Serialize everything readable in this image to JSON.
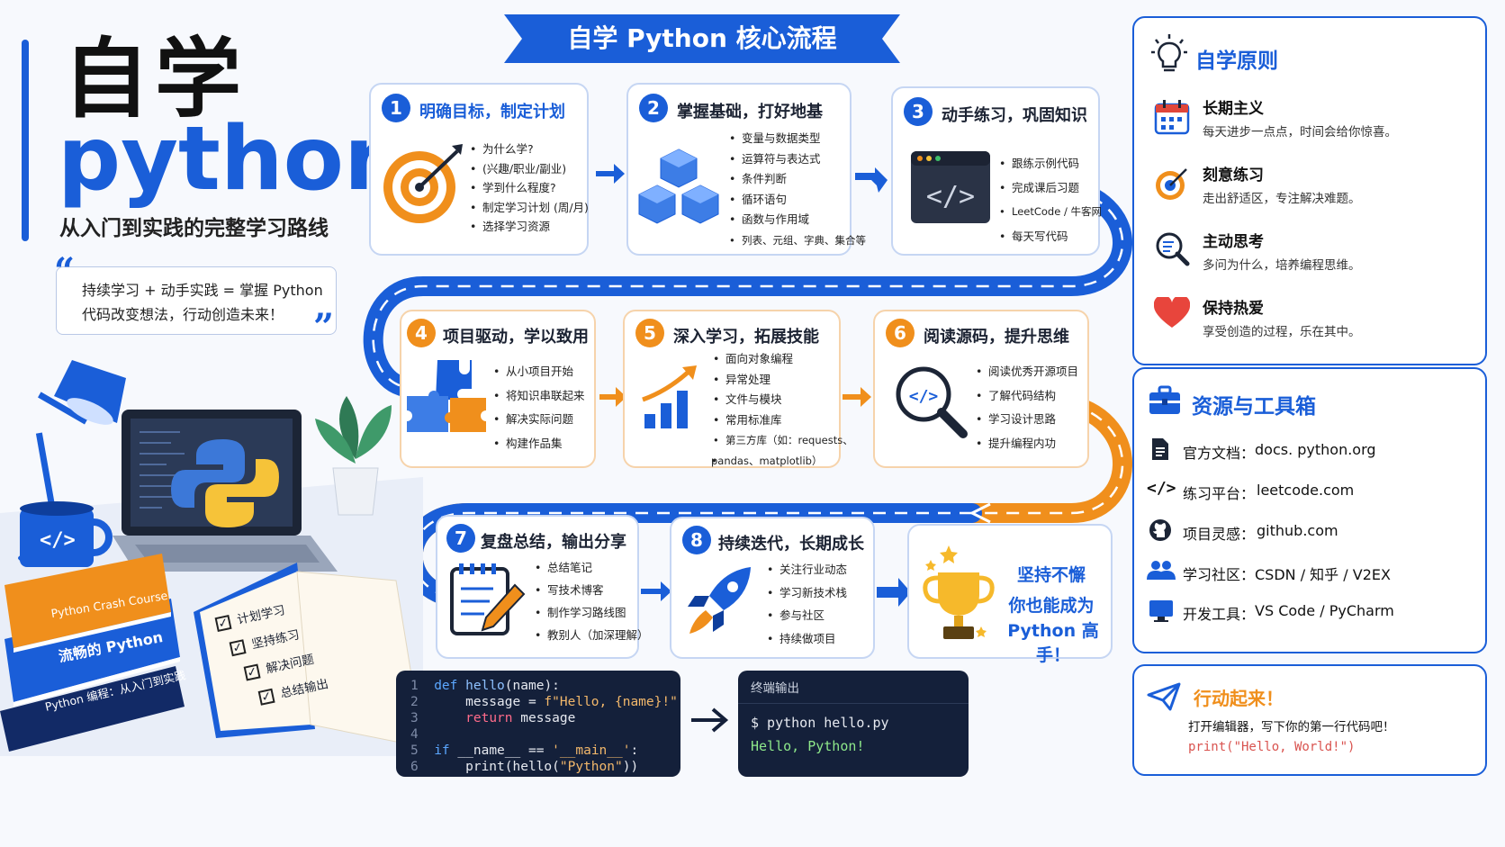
{
  "header": {
    "title_zh": "自学",
    "title_en": "python",
    "subtitle": "从入门到实践的完整学习路线",
    "quote_line1": "持续学习 + 动手实践 = 掌握 Python",
    "quote_line2": "代码改变想法，行动创造未来！"
  },
  "banner": {
    "title": "自学 Python 核心流程"
  },
  "steps": [
    {
      "num": "1",
      "title": "明确目标，制定计划",
      "items": [
        "为什么学?",
        "(兴趣/职业/副业)",
        "学到什么程度?",
        "制定学习计划 (周/月)",
        "选择学习资源"
      ]
    },
    {
      "num": "2",
      "title": "掌握基础，打好地基",
      "items": [
        "变量与数据类型",
        "运算符与表达式",
        "条件判断",
        "循环语句",
        "函数与作用域",
        "列表、元组、字典、集合等"
      ]
    },
    {
      "num": "3",
      "title": "动手练习，巩固知识",
      "items": [
        "跟练示例代码",
        "完成课后习题",
        "LeetCode / 牛客网",
        "每天写代码"
      ]
    },
    {
      "num": "4",
      "title": "项目驱动，学以致用",
      "items": [
        "从小项目开始",
        "将知识串联起来",
        "解决实际问题",
        "构建作品集"
      ]
    },
    {
      "num": "5",
      "title": "深入学习，拓展技能",
      "items": [
        "面向对象编程",
        "异常处理",
        "文件与模块",
        "常用标准库",
        "第三方库（如：requests、",
        "pandas、matplotlib）"
      ]
    },
    {
      "num": "6",
      "title": "阅读源码，提升思维",
      "items": [
        "阅读优秀开源项目",
        "了解代码结构",
        "学习设计思路",
        "提升编程内功"
      ]
    },
    {
      "num": "7",
      "title": "复盘总结，输出分享",
      "items": [
        "总结笔记",
        "写技术博客",
        "制作学习路线图",
        "教别人（加深理解）"
      ]
    },
    {
      "num": "8",
      "title": "持续迭代，长期成长",
      "items": [
        "关注行业动态",
        "学习新技术栈",
        "参与社区",
        "持续做项目"
      ]
    }
  ],
  "goal": {
    "line1": "坚持不懈",
    "line2": "你也能成为",
    "line3": "Python 高手！"
  },
  "principles": {
    "title": "自学原则",
    "items": [
      {
        "title": "长期主义",
        "desc": "每天进步一点点，时间会给你惊喜。",
        "icon": "calendar-icon"
      },
      {
        "title": "刻意练习",
        "desc": "走出舒适区，专注解决难题。",
        "icon": "target-icon"
      },
      {
        "title": "主动思考",
        "desc": "多问为什么，培养编程思维。",
        "icon": "magnifier-icon"
      },
      {
        "title": "保持热爱",
        "desc": "享受创造的过程，乐在其中。",
        "icon": "heart-icon"
      }
    ]
  },
  "resources": {
    "title": "资源与工具箱",
    "items": [
      {
        "label": "官方文档：",
        "value": "docs. python.org",
        "icon": "document-icon"
      },
      {
        "label": "练习平台：",
        "value": "leetcode.com",
        "icon": "code-icon"
      },
      {
        "label": "项目灵感：",
        "value": "github.com",
        "icon": "github-icon"
      },
      {
        "label": "学习社区：",
        "value": "CSDN / 知乎 / V2EX",
        "icon": "community-icon"
      },
      {
        "label": "开发工具：",
        "value": "VS Code / PyCharm",
        "icon": "monitor-icon"
      }
    ]
  },
  "action": {
    "title": "行动起来！",
    "desc": "打开编辑器，写下你的第一行代码吧！",
    "code": "print(\"Hello, World!\")"
  },
  "code_editor": {
    "lines": [
      "1",
      "2",
      "3",
      "4",
      "5",
      "6"
    ]
  },
  "terminal": {
    "title": "终端输出",
    "command": "$ python hello.py",
    "output": "Hello, Python!"
  },
  "illustration": {
    "book1": "Python Crash Course",
    "book2": "流畅的 Python",
    "book3": "Python 编程：从入门到实践",
    "checklist": [
      "计划学习",
      "坚持练习",
      "解决问题",
      "总结输出"
    ]
  },
  "colors": {
    "blue": "#1a5ed8",
    "orange": "#f08f1c",
    "dark": "#14203a"
  }
}
